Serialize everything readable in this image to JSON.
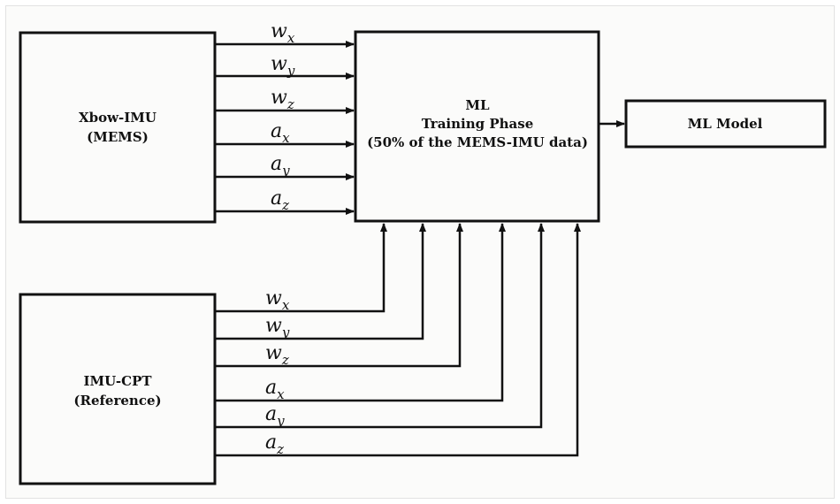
{
  "boxes": {
    "xbow": {
      "line1": "Xbow-IMU",
      "line2": "(MEMS)"
    },
    "ref": {
      "line1": "IMU-CPT",
      "line2": "(Reference)"
    },
    "ml": {
      "line1": "ML",
      "line2": "Training Phase",
      "line3": "(50% of the MEMS-IMU data)"
    },
    "model": {
      "line1": "ML Model"
    }
  },
  "signals": [
    {
      "base": "w",
      "sub": "x"
    },
    {
      "base": "w",
      "sub": "y"
    },
    {
      "base": "w",
      "sub": "z"
    },
    {
      "base": "a",
      "sub": "x"
    },
    {
      "base": "a",
      "sub": "y"
    },
    {
      "base": "a",
      "sub": "z"
    }
  ]
}
